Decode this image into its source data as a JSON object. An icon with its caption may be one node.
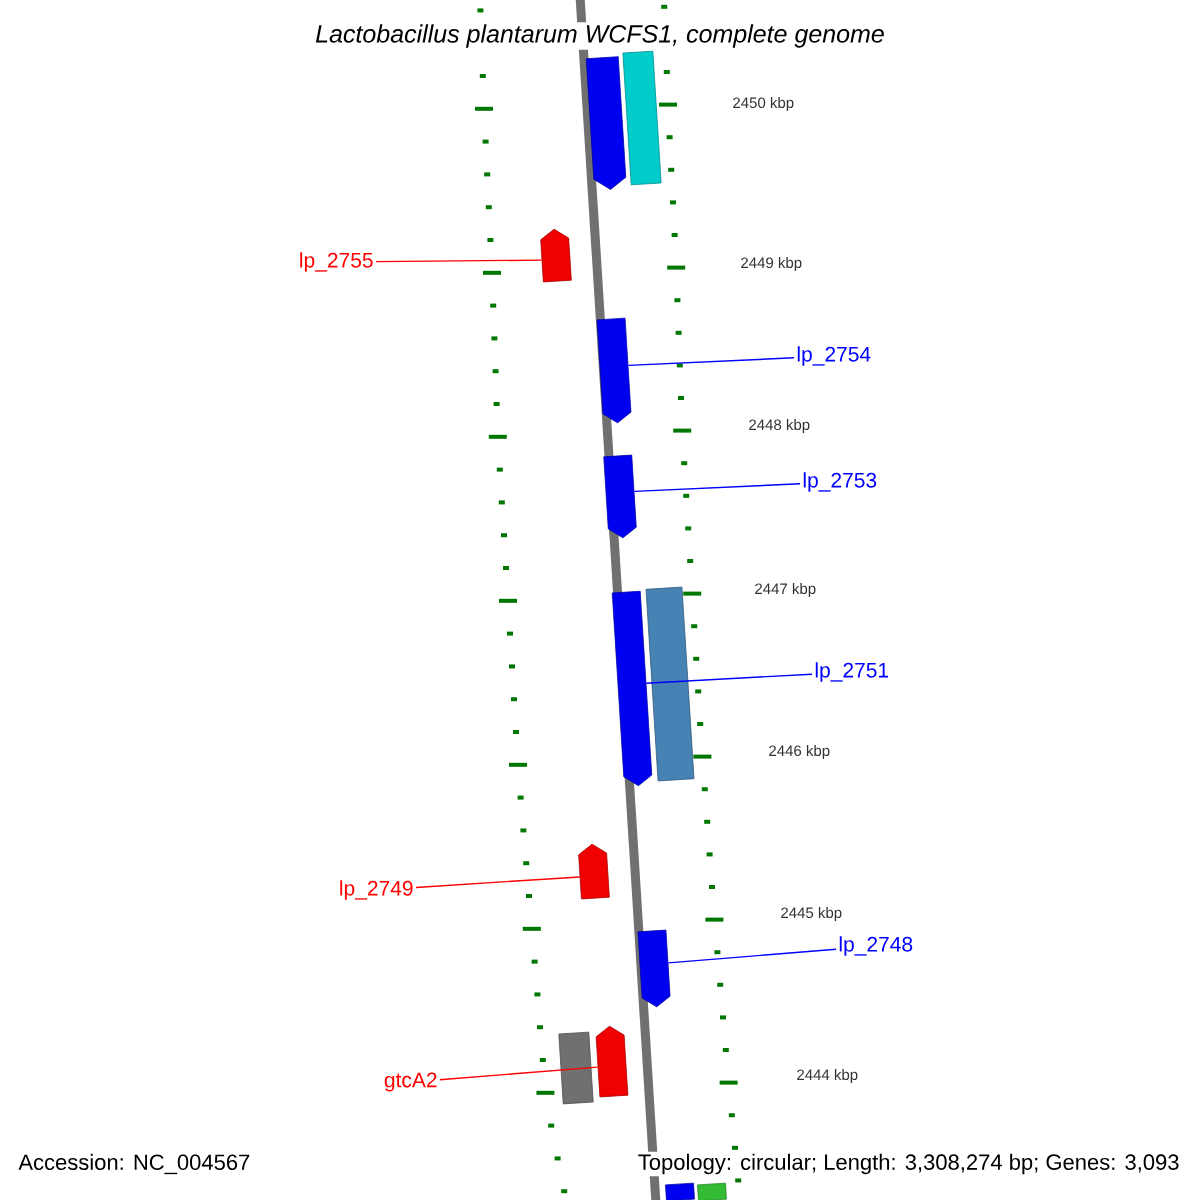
{
  "diagram": {
    "title": "Lactobacillus plantarum WCFS1, complete genome",
    "nodes": [
      {
        "text": [],
        "shape": "arrow"
      },
      {
        "text": [],
        "shape": "bar"
      },
      {
        "text": [
          "lp_2755"
        ]
      },
      {
        "text": [],
        "shape": "arrow"
      },
      {
        "text": [
          "lp_2754"
        ]
      },
      {
        "text": [],
        "shape": "arrow"
      },
      {
        "text": [
          "lp_2753"
        ]
      },
      {
        "text": [],
        "shape": "arrow"
      },
      {
        "text": [
          "lp_2751"
        ]
      },
      {
        "text": [],
        "shape": "arrow"
      },
      {
        "text": [],
        "shape": "bar"
      },
      {
        "text": [
          "lp_2749"
        ]
      },
      {
        "text": [],
        "shape": "arrow"
      },
      {
        "text": [
          "lp_2748"
        ]
      },
      {
        "text": [],
        "shape": "arrow"
      },
      {
        "text": [
          "gtcA2"
        ]
      },
      {
        "text": [],
        "shape": "bar"
      },
      {
        "text": [],
        "shape": "arrow"
      },
      {
        "text": [],
        "shape": "bar"
      },
      {
        "text": [],
        "shape": "bar"
      }
    ],
    "edges": [
      {
        "from": 2,
        "to": 3,
        "arrow": "none",
        "color": "#ff0000"
      },
      {
        "from": 4,
        "to": 5,
        "arrow": "none",
        "color": "#0000ff"
      },
      {
        "from": 6,
        "to": 7,
        "arrow": "none",
        "color": "#0000ff"
      },
      {
        "from": 8,
        "to": 9,
        "arrow": "none",
        "color": "#0000ff"
      },
      {
        "from": 11,
        "to": 12,
        "arrow": "none",
        "color": "#ff0000"
      },
      {
        "from": 13,
        "to": 14,
        "arrow": "none",
        "color": "#0000ff"
      },
      {
        "from": 15,
        "to": 17,
        "arrow": "none",
        "color": "#ff0000"
      }
    ],
    "labels": [
      "2450 kbp",
      "2449 kbp",
      "2448 kbp",
      "2447 kbp",
      "2446 kbp",
      "2445 kbp",
      "2444 kbp",
      "Accession: NC_004567",
      "Topology: circular; Length: 3,308,274 bp; Genes: 3,093"
    ]
  }
}
